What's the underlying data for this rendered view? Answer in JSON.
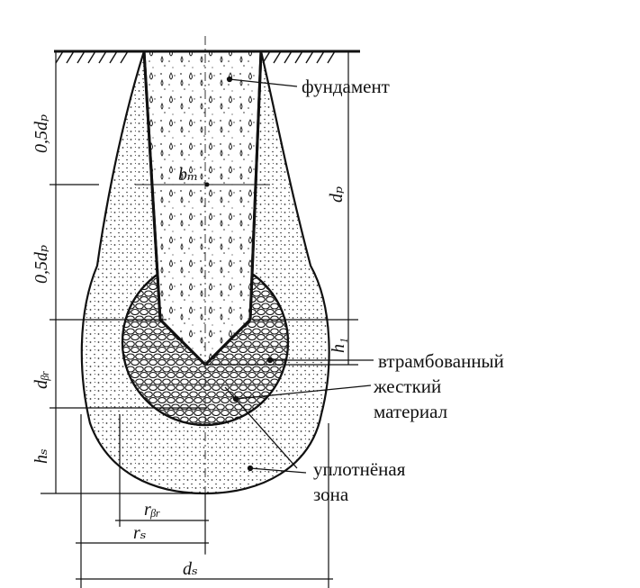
{
  "labels": {
    "foundation": "фундамент",
    "material_line1": "втрамбованный",
    "material_line2": "жесткий",
    "material_line3": "материал",
    "zone_line1": "уплотнёная",
    "zone_line2": "зона"
  },
  "dimensions": {
    "upper_half_depth": "0,5dₚ",
    "lower_half_depth": "0,5dₚ",
    "foundation_depth": "dₚ",
    "foundation_width": "bₘ",
    "cone_height": "h₁",
    "rigid_depth": "dᵦᵣ",
    "zone_height": "hₛ",
    "rigid_radius": "rᵦᵣ",
    "zone_radius": "rₛ",
    "zone_diameter": "dₛ"
  }
}
